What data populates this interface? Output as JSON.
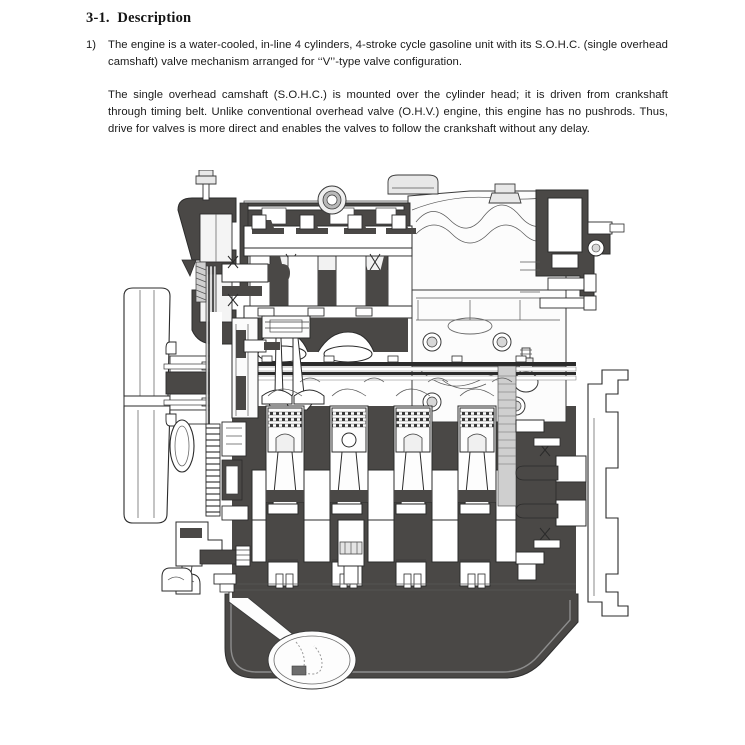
{
  "document": {
    "heading": "3-1.  Description",
    "paragraphs": [
      {
        "marker": "1)",
        "text": "The engine is a water-cooled, in-line 4 cylinders, 4-stroke cycle gasoline unit with its S.O.H.C. (single overhead camshaft) valve mechanism arranged for ‘‘V’’-type valve configuration."
      },
      {
        "marker": "",
        "text": "The single overhead camshaft (S.O.H.C.) is mounted over the cylinder head; it is driven from crankshaft through timing belt. Unlike conventional overhead valve (O.H.V.) engine, this engine has no pushrods. Thus, drive for valves is more direct and enables the valves to follow the crankshaft without any delay."
      }
    ]
  },
  "figure": {
    "caption": "",
    "type": "engine-cutaway-cross-section",
    "description": "Sectional drawing of an in-line 4-cylinder SOHC gasoline engine",
    "components": [
      "cooling-fan",
      "fan-pulley",
      "timing-belt",
      "timing-belt-cover",
      "camshaft",
      "camshaft-bearing-cap",
      "cylinder-head-cover",
      "cylinder-head",
      "intake-valve",
      "exhaust-valve",
      "valve-spring",
      "combustion-chamber",
      "cylinder-block",
      "piston",
      "piston-ring",
      "connecting-rod",
      "crankshaft",
      "crankshaft-main-bearing",
      "crankshaft-pulley",
      "oil-pan",
      "oil-strainer",
      "oil-pump",
      "flywheel",
      "clutch-housing",
      "oil-filter-boss",
      "water-jacket"
    ]
  },
  "colors": {
    "page_background": "#ffffff",
    "ink": "#1a1a1a",
    "section_fill_dark": "#4a4846",
    "section_fill_mid": "#8e8e8e",
    "section_fill_light": "#e8e8e8",
    "outline": "#2b2b2b"
  }
}
